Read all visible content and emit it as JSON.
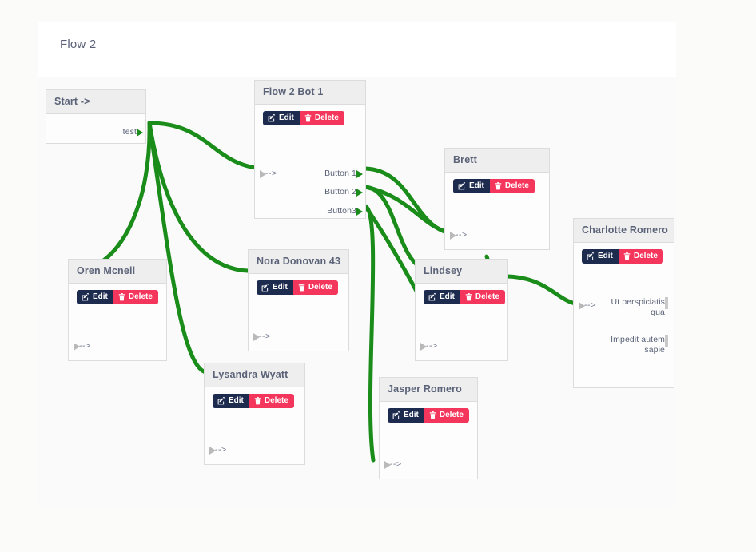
{
  "header": {
    "title": "Flow 2"
  },
  "buttons": {
    "edit_label": "Edit",
    "delete_label": "Delete"
  },
  "colors": {
    "edit_bg": "#1d2b4f",
    "delete_bg": "#f5365c",
    "edge": "#1a8c1a",
    "node_header_bg": "#eeeeee",
    "canvas_bg": "#fafafa",
    "title_text": "#5a6077"
  },
  "nodes": [
    {
      "id": "start",
      "title": "Start ->",
      "has_buttons": false,
      "inputs": [],
      "outputs": [
        "test"
      ]
    },
    {
      "id": "flow2bot1",
      "title": "Flow 2 Bot 1",
      "has_buttons": true,
      "inputs": [
        "-->"
      ],
      "outputs": [
        "Button 1",
        "Button 2",
        "Button3"
      ]
    },
    {
      "id": "oren",
      "title": "Oren Mcneil",
      "has_buttons": true,
      "inputs": [
        "-->"
      ],
      "outputs": []
    },
    {
      "id": "nora",
      "title": "Nora Donovan 43",
      "has_buttons": true,
      "inputs": [
        "-->"
      ],
      "outputs": []
    },
    {
      "id": "lysandra",
      "title": "Lysandra Wyatt",
      "has_buttons": true,
      "inputs": [
        "-->"
      ],
      "outputs": []
    },
    {
      "id": "jasper",
      "title": "Jasper Romero",
      "has_buttons": true,
      "inputs": [
        "-->"
      ],
      "outputs": []
    },
    {
      "id": "brett",
      "title": "Brett",
      "has_buttons": true,
      "inputs": [
        "-->"
      ],
      "outputs": []
    },
    {
      "id": "lindsey",
      "title": "Lindsey",
      "has_buttons": true,
      "inputs": [
        "-->"
      ],
      "outputs": []
    },
    {
      "id": "charlotte",
      "title": "Charlotte Romero",
      "has_buttons": true,
      "inputs": [
        "-->"
      ],
      "outputs": [
        "Ut perspiciatis qua",
        "Impedit autem sapie"
      ]
    }
  ]
}
